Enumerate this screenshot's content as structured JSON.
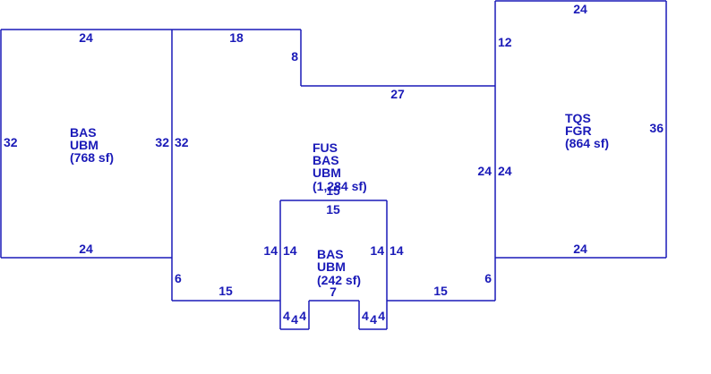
{
  "colors": {
    "line": "#1a1ab8",
    "text": "#1a1ab8",
    "background": "#ffffff"
  },
  "areas": [
    {
      "id": "left",
      "lines": [
        "BAS",
        "UBM",
        "(768 sf)"
      ]
    },
    {
      "id": "center",
      "lines": [
        "FUS",
        "BAS",
        "UBM",
        "(1,284 sf)"
      ]
    },
    {
      "id": "bottom",
      "lines": [
        "BAS",
        "UBM",
        "(242 sf)"
      ]
    },
    {
      "id": "right",
      "lines": [
        "TQS",
        "FGR",
        "(864 sf)"
      ]
    }
  ],
  "dimensions": {
    "left_top": "24",
    "left_bottom": "24",
    "left_left": "32",
    "left_right": "32",
    "center_left": "32",
    "center_top": "18",
    "center_step": "8",
    "center_upper": "27",
    "center_right": "24",
    "center_lower_left": "6",
    "center_lower_right": "6",
    "center_bottom_left": "15",
    "center_bottom_right": "15",
    "bottom_top_outer": "15",
    "bottom_top_inner": "15",
    "bottom_left_outer": "14",
    "bottom_left_inner": "14",
    "bottom_right_inner": "14",
    "bottom_right_outer": "14",
    "bottom_middle": "7",
    "foot_left_a": "4",
    "foot_left_b": "4",
    "foot_left_c": "4",
    "foot_right_a": "4",
    "foot_right_b": "4",
    "foot_right_c": "4",
    "right_top": "24",
    "right_left": "12",
    "right_right": "36",
    "right_lower_left": "24",
    "right_bottom": "24"
  }
}
